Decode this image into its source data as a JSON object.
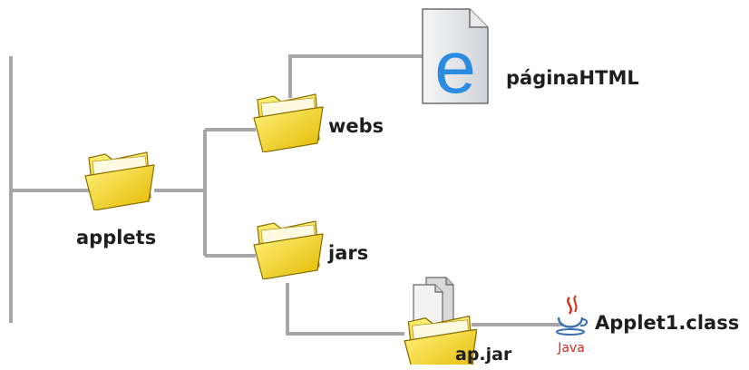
{
  "colors": {
    "connector": "#a6a6a6",
    "folder_light": "#fff27a",
    "folder_dark": "#e3b800",
    "folder_edge": "#8a6d00",
    "html_icon_blue": "#2a8be0",
    "java_red": "#d6291c",
    "java_blue": "#3a6fb0"
  },
  "tree": {
    "root": {
      "label": "applets",
      "icon": "folder-icon"
    },
    "webs": {
      "label": "webs",
      "icon": "folder-icon"
    },
    "jars": {
      "label": "jars",
      "icon": "folder-icon"
    },
    "html_file": {
      "label": "páginaHTML",
      "icon": "html-document-icon",
      "glyph": "e"
    },
    "jar_file": {
      "label": "ap.jar",
      "icon": "jar-folder-with-documents-icon"
    },
    "class_file": {
      "label": "Applet1.class",
      "icon": "java-cup-icon",
      "logo_text": "Java"
    }
  }
}
